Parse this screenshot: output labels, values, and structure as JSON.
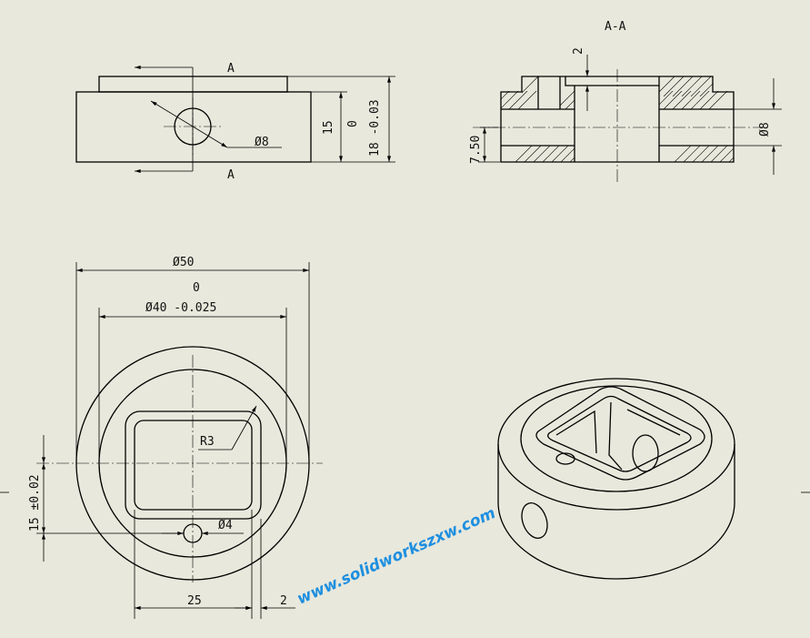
{
  "section": {
    "title": "A-A",
    "label_top": "A",
    "label_bottom": "A"
  },
  "dims": {
    "front_hole": "Ø8",
    "front_tol_upper": "0",
    "front_h1": "15",
    "front_h2": "18 -0.03",
    "sec_depth": "2",
    "sec_h": "7.50",
    "sec_hole": "Ø8",
    "outer_dia": "Ø50",
    "inner_tol_upper": "0",
    "inner_dia": "Ø40 -0.025",
    "radius": "R3",
    "small_hole": "Ø4",
    "pocket_w": "25",
    "offset": "2",
    "pos_v": "15 ±0.02"
  },
  "watermark": "www.solidworkszxw.com",
  "colors": {
    "background": "#e8e8dc",
    "watermark": "#1e8fe0"
  }
}
